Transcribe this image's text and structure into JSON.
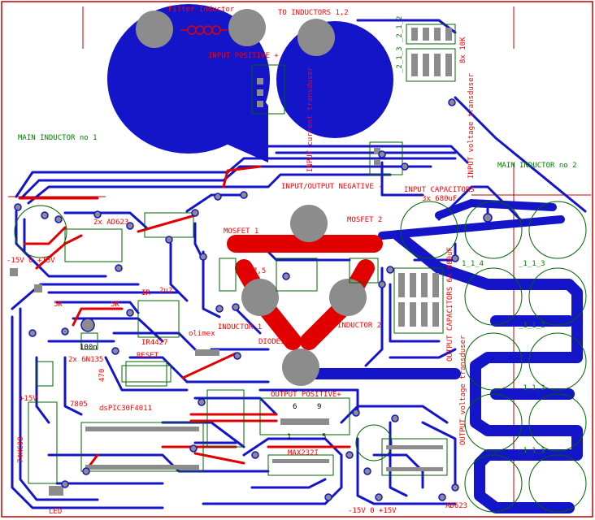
{
  "labels": {
    "filter_inductor": "Filter Inductor",
    "to_inductors": "TO INDUCTORS 1,2",
    "input_positive": "INPUT POSITIVE +",
    "res_10k": "8x 10K",
    "input_voltage_transducer": "INPUT voltage transduser",
    "input_current_transducer": "INPUT current transduser",
    "main_inductor_1": "MAIN INDUCTOR no 1",
    "main_inductor_2": "MAIN INDUCTOR no 2",
    "io_negative": "INPUT/OUTPUT NEGATIVE -",
    "input_capacitors": "INPUT CAPACITORS",
    "input_cap_value": "3x 680uF",
    "mosfet_1": "MOSFET 1",
    "mosfet_2": "MOSFET 2",
    "val_7_5": "7,5",
    "inductor_1": "INDUCTOR 1",
    "inductor_2": "INDUCTOR 2",
    "diodes": "DIODES",
    "ad623_2x": "2x AD623",
    "neg_15v": "-15V 0 +15V",
    "nc_5k": "5K",
    "nc_5k_b": "5K",
    "val_100n": "100n",
    "ir4427": "IR4427",
    "olimex": "olimex",
    "reset": "RESET",
    "n135": "2x 6N135",
    "val_470": "470",
    "pos_15v": "+15V",
    "dspic": "dsPIC30F4011",
    "ao5": "7805",
    "l74hc": "74HC08",
    "output_positive": "OUTPUT POSITIVE+",
    "pin6": "6",
    "pin9": "9",
    "pin1": "1",
    "pin5": "5",
    "max232": "MAX232I",
    "output_capacitors": "OUTPUT CAPACITORS 6x 680uF",
    "output_voltage_transducer": "OUTPUT voltage transduser",
    "ad623_b": "AD623",
    "bot_15v": "-15V 0 +15V",
    "led": "LED",
    "j1": "_1_1_3",
    "j2": "_1_1_2",
    "j3": "_1_1_2",
    "j4": "_1_1_1",
    "j5": "1_1_4",
    "jtop": "_2_1_3 _2_1_2",
    "jmid": "_2_1_3",
    "ir": "IR",
    "c_2u": "2u2"
  },
  "colors": {
    "copper_top": "#e00000",
    "copper_bottom": "#1414c8",
    "silkscreen": "#006400",
    "outline": "#c00000",
    "pad": "#808080",
    "text_red": "#ff0000",
    "text_green": "#008000",
    "background": "#ffffff"
  }
}
